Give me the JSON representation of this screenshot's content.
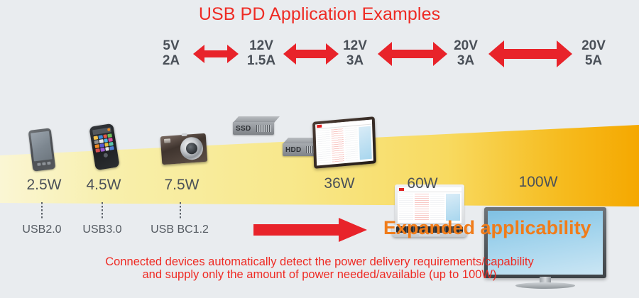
{
  "title": "USB PD Application Examples",
  "colors": {
    "background": "#e9ecef",
    "title_red": "#ee2b24",
    "arrow_red": "#e8232a",
    "label_gray": "#4a5058",
    "expanded_orange": "#f07c1a",
    "band_left": "#f8f3c0",
    "band_right": "#f5a800"
  },
  "power_steps": [
    {
      "volts": "5V",
      "amps": "2A",
      "arrow": "double-arrow-icon"
    },
    {
      "volts": "12V",
      "amps": "1.5A",
      "arrow": "double-arrow-icon"
    },
    {
      "volts": "12V",
      "amps": "3A",
      "arrow": "double-arrow-icon"
    },
    {
      "volts": "20V",
      "amps": "3A",
      "arrow": "double-arrow-icon"
    },
    {
      "volts": "20V",
      "amps": "5A",
      "arrow": "double-arrow-icon"
    }
  ],
  "devices": [
    {
      "icon": "smartphone-icon",
      "watt": "2.5W",
      "standard": "USB2.0"
    },
    {
      "icon": "smartphone-icon",
      "watt": "4.5W",
      "standard": "USB3.0"
    },
    {
      "icon": "camera-icon",
      "watt": "7.5W",
      "standard": "USB BC1.2"
    },
    {
      "icon": "ssd-drive-icon",
      "label": "SSD"
    },
    {
      "icon": "hdd-drive-icon",
      "label": "HDD"
    },
    {
      "icon": "tablet-icon",
      "watt": "36W"
    },
    {
      "icon": "laptop-icon",
      "watt": "60W"
    },
    {
      "icon": "monitor-icon",
      "watt": "100W"
    }
  ],
  "expanded": {
    "arrow": "right-arrow-icon",
    "label": "Expanded applicability"
  },
  "caption": {
    "line1": "Connected devices automatically detect the power delivery requirements/capability",
    "line2": "and supply only the amount of power needed/available (up to 100W)"
  }
}
